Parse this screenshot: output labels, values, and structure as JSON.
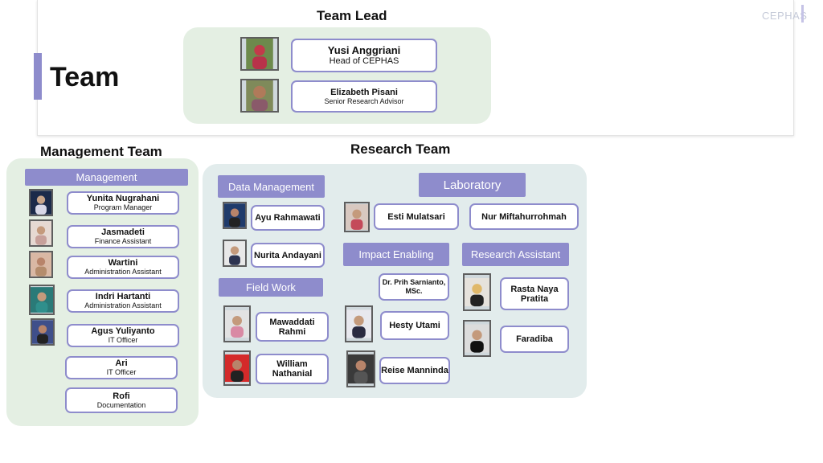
{
  "page": {
    "title": "Team",
    "brand": "CEPHAS"
  },
  "team_lead": {
    "heading": "Team Lead",
    "members": [
      {
        "name": "Yusi Anggriani",
        "role": "Head of CEPHAS"
      },
      {
        "name": "Elizabeth Pisani",
        "role": "Senior Research Advisor"
      }
    ]
  },
  "management": {
    "heading": "Management Team",
    "tag": "Management",
    "members": [
      {
        "name": "Yunita Nugrahani",
        "role": "Program Manager"
      },
      {
        "name": "Jasmadeti",
        "role": "Finance Assistant"
      },
      {
        "name": "Wartini",
        "role": "Administration Assistant"
      },
      {
        "name": "Indri Hartanti",
        "role": "Administration Assistant"
      },
      {
        "name": "Agus Yuliyanto",
        "role": "IT Officer"
      },
      {
        "name": "Ari",
        "role": "IT Officer"
      },
      {
        "name": "Rofi",
        "role": "Documentation"
      }
    ]
  },
  "research": {
    "heading": "Research Team",
    "data_management": {
      "tag": "Data Management",
      "members": [
        "Ayu Rahmawati",
        "Nurita Andayani"
      ]
    },
    "field_work": {
      "tag": "Field Work",
      "members": [
        "Mawaddati Rahmi",
        "William Nathanial"
      ]
    },
    "laboratory": {
      "tag": "Laboratory",
      "members": [
        "Esti Mulatsari",
        "Nur Miftahurrohmah"
      ]
    },
    "impact_enabling": {
      "tag": "Impact Enabling",
      "members": [
        "Dr. Prih Sarnianto, MSc.",
        "Hesty Utami",
        "Reise Manninda"
      ]
    },
    "research_assistant": {
      "tag": "Research Assistant",
      "members": [
        "Rasta Naya Pratita",
        "Faradiba"
      ]
    }
  },
  "colors": {
    "accent": "#8e8ccc",
    "lead_panel": "#e4efe3",
    "team_panel": "#e2ecec"
  }
}
